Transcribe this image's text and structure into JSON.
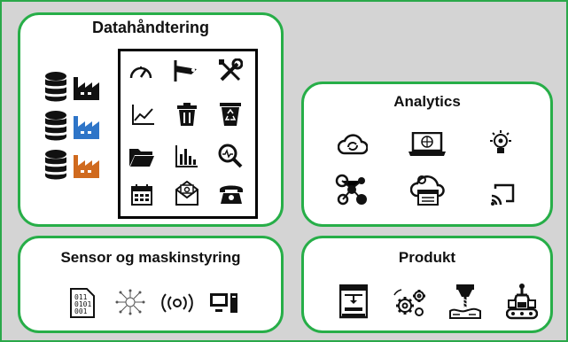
{
  "panels": {
    "data": {
      "title": "Datahåndtering"
    },
    "analytics": {
      "title": "Analytics"
    },
    "sensor": {
      "title": "Sensor og maskinstyring"
    },
    "product": {
      "title": "Produkt"
    }
  },
  "colors": {
    "accent_green": "#27ae48",
    "factory_black": "#111111",
    "factory_blue": "#2e75c8",
    "factory_orange": "#d06a1e"
  },
  "icons": {
    "data_sources": [
      "database-icon",
      "factory-icon",
      "database-icon",
      "factory-icon",
      "database-icon",
      "factory-icon"
    ],
    "data_grid": [
      "gauge-icon",
      "camera-icon",
      "tools-icon",
      "line-chart-icon",
      "trash-icon",
      "recycle-bin-icon",
      "folder-icon",
      "bar-chart-icon",
      "zoom-analyze-icon",
      "calendar-icon",
      "mail-icon",
      "telephone-icon"
    ],
    "analytics": [
      "cloud-sync-icon",
      "laptop-globe-icon",
      "lightbulb-icon",
      "network-icon",
      "cloud-app-icon",
      "screen-cast-icon"
    ],
    "sensor": [
      "binary-data-icon",
      "circuit-icon",
      "signal-icon",
      "computer-icon"
    ],
    "product": [
      "3d-printer-icon",
      "gears-icon",
      "milling-icon",
      "conveyor-robot-icon"
    ]
  }
}
